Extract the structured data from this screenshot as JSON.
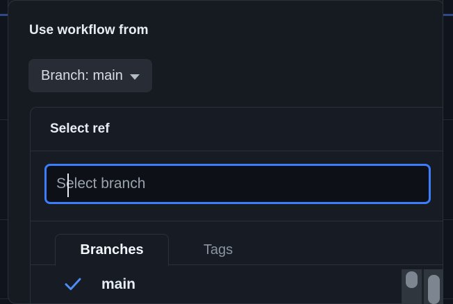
{
  "dialog": {
    "section_title": "Use workflow from",
    "branch_button": {
      "label": "Branch: main",
      "caret_icon": "chevron-down-icon"
    },
    "ref_panel": {
      "header_title": "Select ref",
      "search": {
        "value": "",
        "placeholder": "Select branch",
        "focused": true,
        "focus_color": "#3b7dfa"
      },
      "tabs": [
        {
          "label": "Branches",
          "active": true
        },
        {
          "label": "Tags",
          "active": false
        }
      ],
      "branches": [
        {
          "label": "main",
          "selected": true,
          "check_icon": "check-icon"
        }
      ]
    }
  },
  "scrollbars": {
    "inner": {
      "name": "list-scrollbar"
    },
    "outer": {
      "name": "dialog-scrollbar"
    }
  },
  "colors": {
    "page_background": "#10141c",
    "dialog_background": "#161b22",
    "panel_background": "#171c24",
    "border": "#2b313b",
    "accent_blue": "#3b7dfa",
    "check_blue": "#4e8df5",
    "text_primary": "#e6edf3",
    "text_muted": "#8b949e",
    "pill_background": "#282d35",
    "input_background": "#0d1117",
    "scrollbar_track": "#30363d",
    "scrollbar_thumb": "#7d8590"
  }
}
